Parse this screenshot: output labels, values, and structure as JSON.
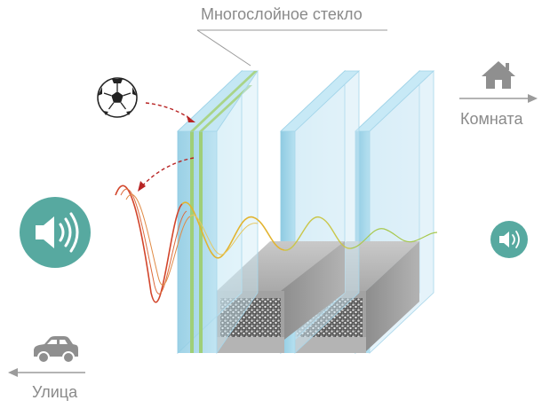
{
  "labels": {
    "title": "Многослойное стекло",
    "room": "Комната",
    "street": "Улица"
  },
  "icons": {
    "ball": "soccer-ball-icon",
    "loud": "speaker-loud-icon",
    "quiet": "speaker-quiet-icon",
    "house": "house-icon",
    "car": "car-icon"
  },
  "colors": {
    "teal": "#57a9a0",
    "glass": "#a9d8ec",
    "glass_edge": "#7fbfdb",
    "laminate": "#9ccc7a",
    "wave_red": "#d2452b",
    "wave_yellow": "#e2b430",
    "wave_green": "#a8c84e",
    "arrow_grey": "#9b9b9b",
    "spacer": "#9d9d9d"
  }
}
